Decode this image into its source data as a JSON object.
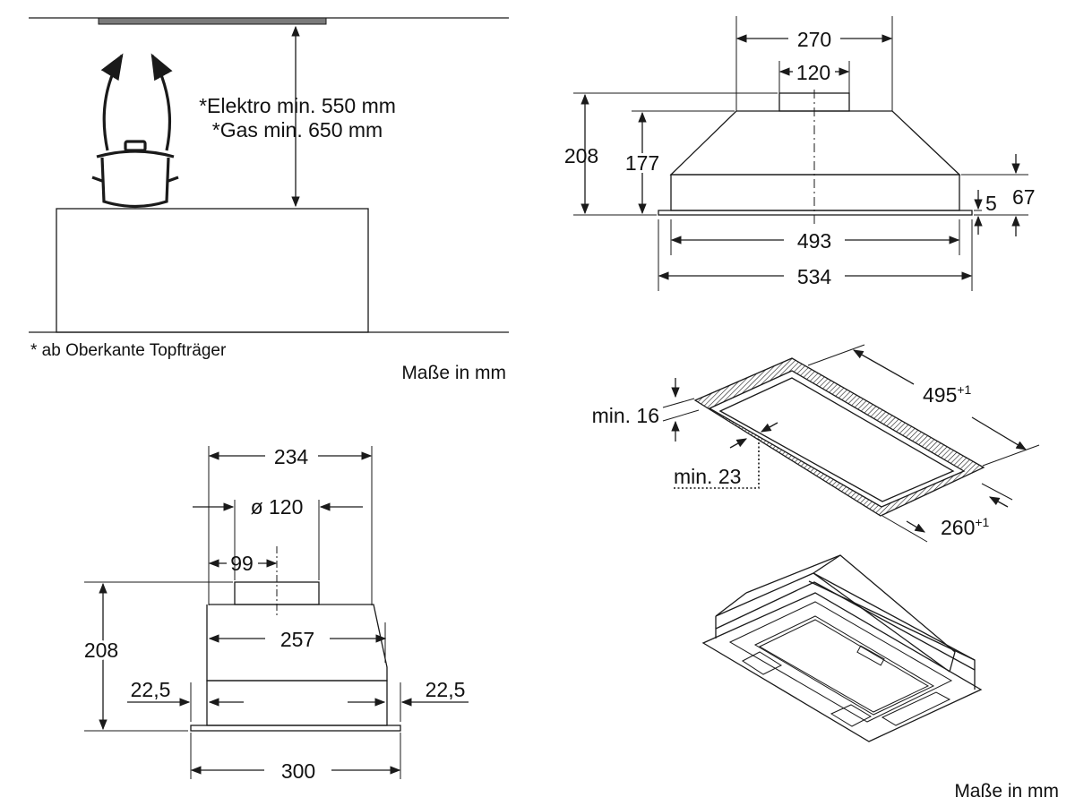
{
  "colors": {
    "ink": "#1a1a1a",
    "paper": "#ffffff",
    "panel": "#7a7a7a"
  },
  "installation": {
    "electric_label": "*Elektro min. 550 mm",
    "gas_label": "*Gas min. 650 mm",
    "footnote": "* ab Oberkante Topfträger",
    "units_label": "Maße in mm"
  },
  "front_view": {
    "width_top": "270",
    "duct": "120",
    "total_height": "208",
    "body_height": "177",
    "side_height": "67",
    "panel_thickness": "5",
    "inner_width": "493",
    "outer_width": "534"
  },
  "cutout": {
    "length": "495",
    "length_tolerance": "+1",
    "depth": "260",
    "depth_tolerance": "+1",
    "min_board_thickness": "min. 16",
    "min_edge_distance": "min. 23"
  },
  "side_view": {
    "top_width": "234",
    "duct_diameter": "ø 120",
    "duct_offset": "99",
    "total_height": "208",
    "body_width": "257",
    "left_margin": "22,5",
    "right_margin": "22,5",
    "depth": "300"
  },
  "footer": {
    "units_label": "Maße in mm"
  }
}
